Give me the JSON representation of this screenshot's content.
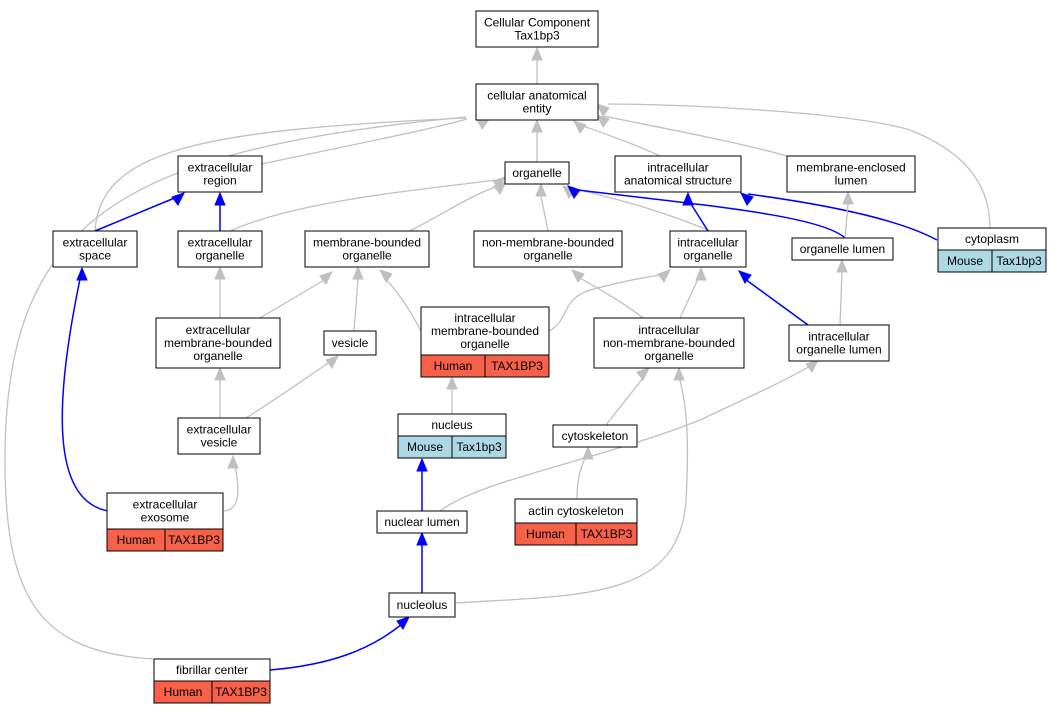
{
  "colors": {
    "human": "#f86149",
    "mouse": "#add8e6",
    "is_a_edge": "#c0c0c0",
    "part_of_edge": "#0000ff"
  },
  "nodes": {
    "root": {
      "lines": [
        "Cellular Component",
        "Tax1bp3"
      ]
    },
    "cae": {
      "lines": [
        "cellular anatomical",
        "entity"
      ]
    },
    "ecr": {
      "lines": [
        "extracellular",
        "region"
      ]
    },
    "org": {
      "lines": [
        "organelle"
      ]
    },
    "ias": {
      "lines": [
        "intracellular",
        "anatomical structure"
      ]
    },
    "mel": {
      "lines": [
        "membrane-enclosed",
        "lumen"
      ]
    },
    "ecs": {
      "lines": [
        "extracellular",
        "space"
      ]
    },
    "eco": {
      "lines": [
        "extracellular",
        "organelle"
      ]
    },
    "mbo": {
      "lines": [
        "membrane-bounded",
        "organelle"
      ]
    },
    "nmbo": {
      "lines": [
        "non-membrane-bounded",
        "organelle"
      ]
    },
    "io": {
      "lines": [
        "intracellular",
        "organelle"
      ]
    },
    "ol": {
      "lines": [
        "organelle lumen"
      ]
    },
    "cyto": {
      "lines": [
        "cytoplasm"
      ],
      "tag": {
        "species": "Mouse",
        "gene": "Tax1bp3"
      }
    },
    "ecmbo": {
      "lines": [
        "extracellular",
        "membrane-bounded",
        "organelle"
      ]
    },
    "ves": {
      "lines": [
        "vesicle"
      ]
    },
    "imbo": {
      "lines": [
        "intracellular",
        "membrane-bounded",
        "organelle"
      ],
      "tag": {
        "species": "Human",
        "gene": "TAX1BP3"
      }
    },
    "inmbo": {
      "lines": [
        "intracellular",
        "non-membrane-bounded",
        "organelle"
      ]
    },
    "iol": {
      "lines": [
        "intracellular",
        "organelle lumen"
      ]
    },
    "ecv": {
      "lines": [
        "extracellular",
        "vesicle"
      ]
    },
    "nuc": {
      "lines": [
        "nucleus"
      ],
      "tag": {
        "species": "Mouse",
        "gene": "Tax1bp3"
      }
    },
    "csk": {
      "lines": [
        "cytoskeleton"
      ]
    },
    "exo": {
      "lines": [
        "extracellular",
        "exosome"
      ],
      "tag": {
        "species": "Human",
        "gene": "TAX1BP3"
      }
    },
    "nl": {
      "lines": [
        "nuclear lumen"
      ]
    },
    "acsk": {
      "lines": [
        "actin cytoskeleton"
      ],
      "tag": {
        "species": "Human",
        "gene": "TAX1BP3"
      }
    },
    "nuo": {
      "lines": [
        "nucleolus"
      ]
    },
    "fc": {
      "lines": [
        "fibrillar center"
      ],
      "tag": {
        "species": "Human",
        "gene": "TAX1BP3"
      }
    }
  }
}
